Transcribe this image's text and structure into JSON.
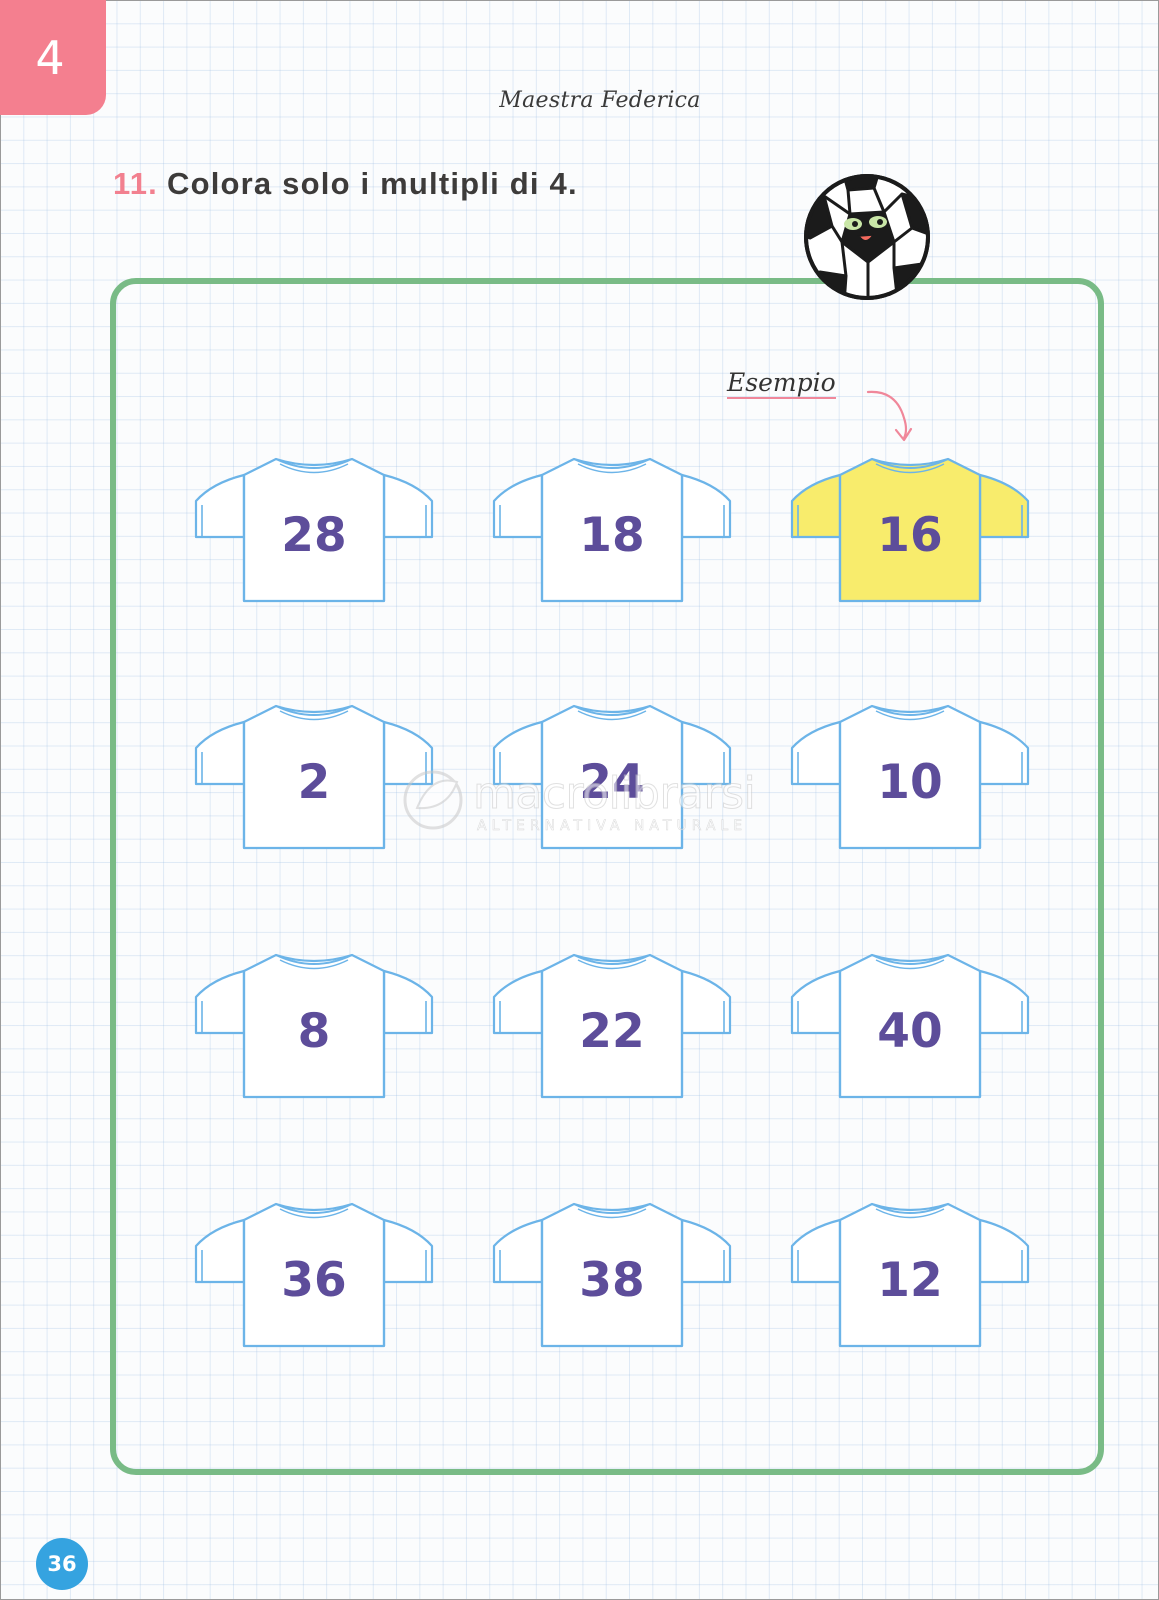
{
  "chapter": {
    "number": "4",
    "color": "#f47f8f"
  },
  "header": {
    "author": "Maestra Federica"
  },
  "exercise": {
    "number": "11.",
    "instruction": "Colora solo i multipli di 4.",
    "example_label": "Esempio"
  },
  "shirts": [
    {
      "number": "28",
      "colored": false
    },
    {
      "number": "18",
      "colored": false
    },
    {
      "number": "16",
      "colored": true
    },
    {
      "number": "2",
      "colored": false
    },
    {
      "number": "24",
      "colored": false
    },
    {
      "number": "10",
      "colored": false
    },
    {
      "number": "8",
      "colored": false
    },
    {
      "number": "22",
      "colored": false
    },
    {
      "number": "40",
      "colored": false
    },
    {
      "number": "36",
      "colored": false
    },
    {
      "number": "38",
      "colored": false
    },
    {
      "number": "12",
      "colored": false
    }
  ],
  "watermark": {
    "main": "macrolibrarsi",
    "sub": "ALTERNATIVA NATURALE"
  },
  "footer": {
    "page_number": "36"
  },
  "colors": {
    "shirt_outline": "#6cb4e8",
    "shirt_fill_colored": "#f8ec6c",
    "shirt_number": "#5d4d9a",
    "frame": "#79bb86",
    "accent_pink": "#f2808f",
    "page_badge": "#35a3e0"
  },
  "icons": [
    "soccer-ball-mascot-icon",
    "curved-arrow-icon",
    "leaf-logo-icon"
  ]
}
